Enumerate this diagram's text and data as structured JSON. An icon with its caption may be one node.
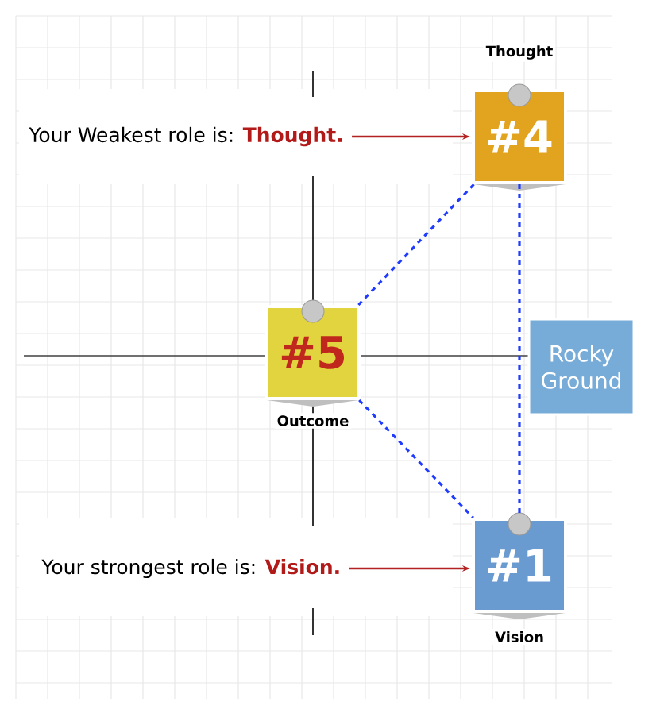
{
  "diagram": {
    "nodes": [
      {
        "text": [
          "#4"
        ],
        "beside": [
          "Thought"
        ]
      },
      {
        "text": [
          "#5"
        ],
        "beside": [
          "Outcome"
        ]
      },
      {
        "text": [
          "Rocky Ground"
        ]
      },
      {
        "text": [
          "#1"
        ],
        "beside": [
          "Vision"
        ]
      },
      {
        "text": [
          "Your Weakest role is:",
          "Thought."
        ]
      },
      {
        "text": [
          "Your strongest role is:",
          "Vision."
        ]
      }
    ],
    "edges": [
      {
        "from": 1,
        "to": 0,
        "arrow": "none",
        "style": "dashed"
      },
      {
        "from": 1,
        "to": 3,
        "arrow": "none",
        "style": "dashed"
      },
      {
        "from": 0,
        "to": 3,
        "arrow": "none",
        "style": "dashed"
      },
      {
        "from": 4,
        "to": 0,
        "arrow": "to",
        "color": "#b22222"
      },
      {
        "from": 5,
        "to": 3,
        "arrow": "to",
        "color": "#b22222"
      }
    ]
  }
}
